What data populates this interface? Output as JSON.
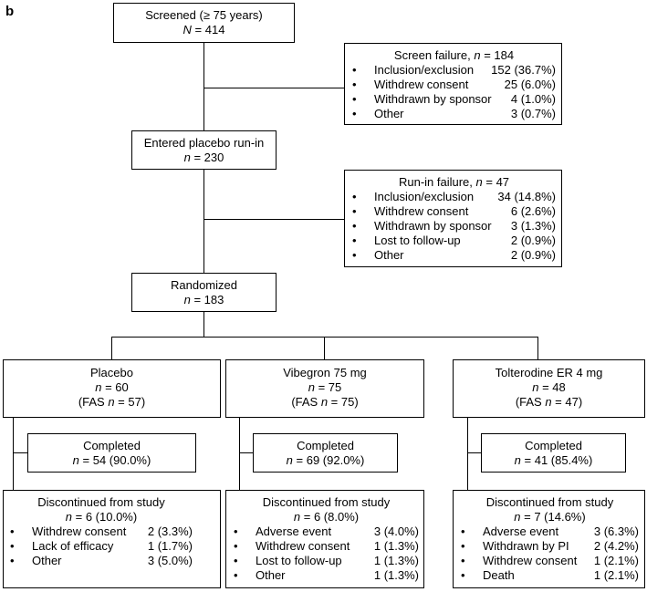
{
  "panel_label": "b",
  "screened": {
    "line1": "Screened (≥ 75 years)",
    "n_prefix": "N",
    "n_value": " = 414"
  },
  "screen_failure": {
    "title_prefix": "Screen failure, ",
    "n_prefix": "n",
    "n_value": " = 184",
    "items": [
      {
        "label": "Inclusion/exclusion",
        "value": "152 (36.7%)"
      },
      {
        "label": "Withdrew consent",
        "value": "25 (6.0%)"
      },
      {
        "label": "Withdrawn by sponsor",
        "value": "4 (1.0%)"
      },
      {
        "label": "Other",
        "value": "3 (0.7%)"
      }
    ]
  },
  "runin": {
    "line1": "Entered placebo run-in",
    "n_prefix": "n",
    "n_value": " = 230"
  },
  "runin_failure": {
    "title_prefix": "Run-in failure, ",
    "n_prefix": "n",
    "n_value": " = 47",
    "items": [
      {
        "label": "Inclusion/exclusion",
        "value": "34 (14.8%)"
      },
      {
        "label": "Withdrew consent",
        "value": "6 (2.6%)"
      },
      {
        "label": "Withdrawn by sponsor",
        "value": "3 (1.3%)"
      },
      {
        "label": "Lost to follow-up",
        "value": "2 (0.9%)"
      },
      {
        "label": "Other",
        "value": "2 (0.9%)"
      }
    ]
  },
  "randomized": {
    "line1": "Randomized",
    "n_prefix": "n",
    "n_value": " = 183"
  },
  "bullet": "•",
  "arms": [
    {
      "name": "Placebo",
      "n_prefix": "n",
      "n_value": " = 60",
      "fas_open": "(FAS ",
      "fas_n": "n",
      "fas_value": " = 57)",
      "completed": {
        "title": "Completed",
        "n_prefix": "n",
        "n_value": " = 54 (90.0%)"
      },
      "discontinued": {
        "title": "Discontinued from study",
        "n_prefix": "n",
        "n_value": " = 6 (10.0%)",
        "items": [
          {
            "label": "Withdrew consent",
            "value": "2 (3.3%)"
          },
          {
            "label": "Lack of efficacy",
            "value": "1 (1.7%)"
          },
          {
            "label": "Other",
            "value": "3 (5.0%)"
          }
        ]
      }
    },
    {
      "name": "Vibegron 75 mg",
      "n_prefix": "n",
      "n_value": " = 75",
      "fas_open": "(FAS ",
      "fas_n": "n",
      "fas_value": " = 75)",
      "completed": {
        "title": "Completed",
        "n_prefix": "n",
        "n_value": " = 69 (92.0%)"
      },
      "discontinued": {
        "title": "Discontinued from study",
        "n_prefix": "n",
        "n_value": " = 6 (8.0%)",
        "items": [
          {
            "label": "Adverse event",
            "value": "3 (4.0%)"
          },
          {
            "label": "Withdrew consent",
            "value": "1 (1.3%)"
          },
          {
            "label": "Lost to follow-up",
            "value": "1 (1.3%)"
          },
          {
            "label": "Other",
            "value": "1 (1.3%)"
          }
        ]
      }
    },
    {
      "name": "Tolterodine ER 4 mg",
      "n_prefix": "n",
      "n_value": " = 48",
      "fas_open": "(FAS ",
      "fas_n": "n",
      "fas_value": " = 47)",
      "completed": {
        "title": "Completed",
        "n_prefix": "n",
        "n_value": " = 41 (85.4%)"
      },
      "discontinued": {
        "title": "Discontinued from study",
        "n_prefix": "n",
        "n_value": " = 7 (14.6%)",
        "items": [
          {
            "label": "Adverse event",
            "value": "3 (6.3%)"
          },
          {
            "label": "Withdrawn by PI",
            "value": "2 (4.2%)"
          },
          {
            "label": "Withdrew consent",
            "value": "1 (2.1%)"
          },
          {
            "label": "Death",
            "value": "1 (2.1%)"
          }
        ]
      }
    }
  ]
}
